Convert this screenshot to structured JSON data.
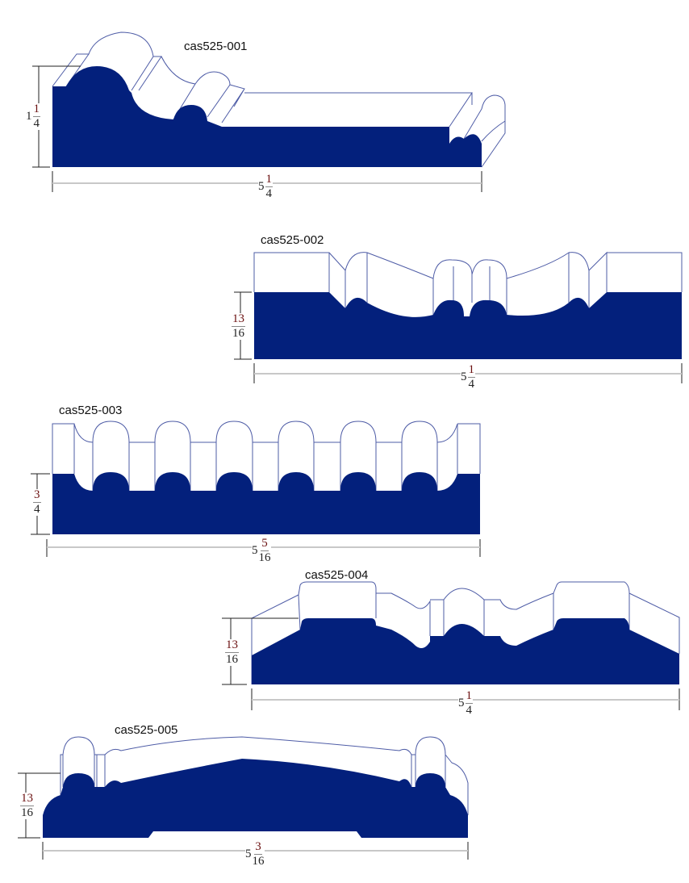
{
  "profiles": [
    {
      "title": "cas525-001",
      "height": {
        "whole": "1",
        "num": "1",
        "den": "4"
      },
      "width": {
        "whole": "5",
        "num": "1",
        "den": "4"
      }
    },
    {
      "title": "cas525-002",
      "height": {
        "whole": "",
        "num": "13",
        "den": "16"
      },
      "width": {
        "whole": "5",
        "num": "1",
        "den": "4"
      }
    },
    {
      "title": "cas525-003",
      "height": {
        "whole": "",
        "num": "3",
        "den": "4"
      },
      "width": {
        "whole": "5",
        "num": "5",
        "den": "16"
      }
    },
    {
      "title": "cas525-004",
      "height": {
        "whole": "",
        "num": "13",
        "den": "16"
      },
      "width": {
        "whole": "5",
        "num": "1",
        "den": "4"
      }
    },
    {
      "title": "cas525-005",
      "height": {
        "whole": "",
        "num": "13",
        "den": "16"
      },
      "width": {
        "whole": "5",
        "num": "3",
        "den": "16"
      }
    }
  ],
  "colors": {
    "profile_fill": "#03207c",
    "outline": "#4e5ca6"
  }
}
